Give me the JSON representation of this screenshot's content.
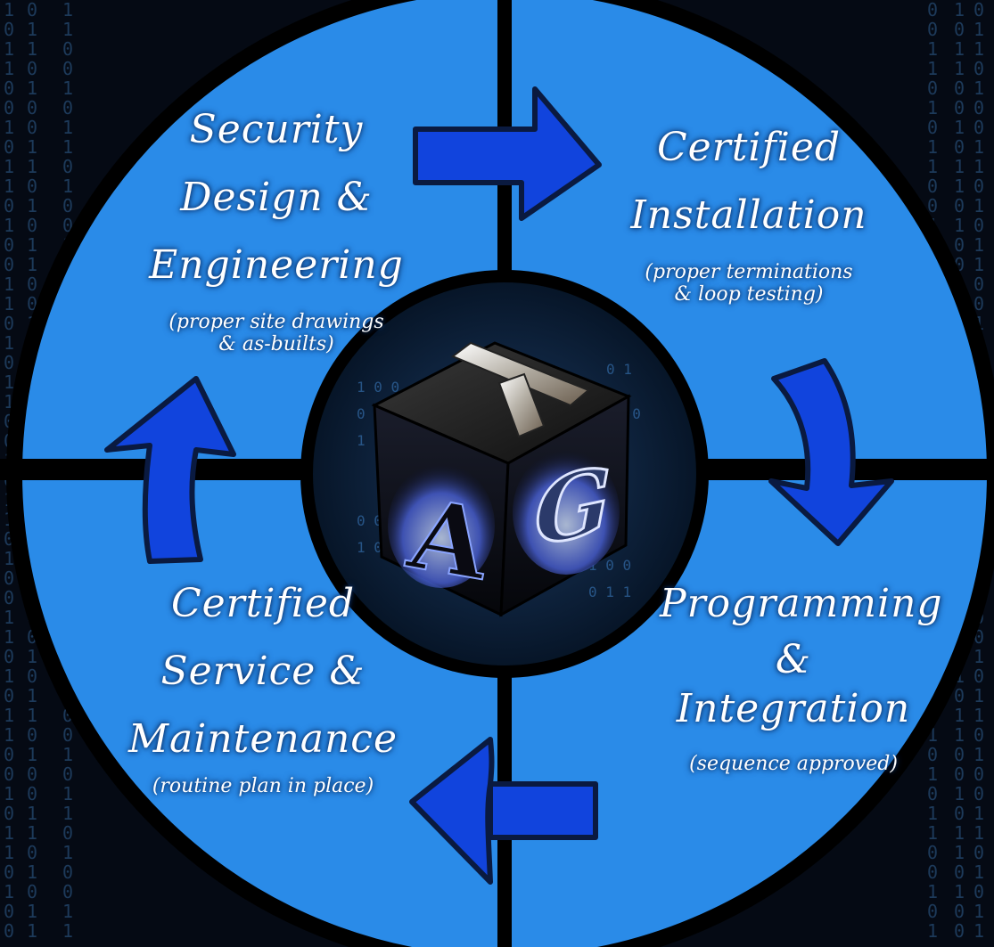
{
  "background": {
    "code_columns": [
      "1\n0\n1\n1\n0\n0\n1\n0\n1\n1\n0\n1\n0\n0\n1\n1\n0\n1\n0\n1\n1\n0\n0\n1\n0\n1\n1\n0\n1\n0\n0\n1\n1\n0\n1\n0\n1\n1\n0\n0\n1\n0\n1\n1\n0\n1\n0\n0",
      "0\n1\n1\n0\n1\n0\n0\n1\n1\n0\n1\n0\n1\n1\n0\n0\n1\n0\n1\n1\n0\n1\n0\n0\n1\n1\n0\n1\n0\n1\n1\n0\n0\n1\n0\n1\n1\n0\n1\n0\n0\n1\n1\n0\n1\n0\n1\n1",
      "1\n1\n0\n0\n1\n0\n1\n1\n0\n1\n0\n0\n1\n1\n0\n1\n0\n1\n1\n0\n0\n1\n0\n1\n1\n0\n1\n0\n0\n1\n1\n0\n1\n0\n1\n1\n0\n0\n1\n0\n1\n1\n0\n1\n0\n0\n1\n1",
      "0\n0\n1\n1\n0\n1\n0\n1\n1\n0\n0\n1\n0\n1\n1\n0\n1\n0\n0\n1\n1\n0\n1\n0\n1\n1\n0\n0\n1\n0\n1\n1\n0\n1\n0\n0\n1\n1\n0\n1\n0\n1\n1\n0\n0\n1\n0\n1"
    ]
  },
  "colors": {
    "wheel_fill": "#2a8be8",
    "wheel_outline": "#000000",
    "arrow_fill": "#1144dd",
    "arrow_outline": "#0a1a40",
    "background": "#050a14"
  },
  "quadrants": {
    "top_left": {
      "title_lines": [
        "Security",
        "Design &",
        "Engineering"
      ],
      "subtitle_lines": [
        "(proper site drawings",
        "& as-builts)"
      ]
    },
    "top_right": {
      "title_lines": [
        "Certified",
        "Installation"
      ],
      "subtitle_lines": [
        "(proper terminations",
        "& loop testing)"
      ]
    },
    "bottom_right": {
      "title_lines": [
        "Programming",
        "&",
        "Integration"
      ],
      "subtitle_lines": [
        "(sequence approved)"
      ]
    },
    "bottom_left": {
      "title_lines": [
        "Certified",
        "Service &",
        "Maintenance"
      ],
      "subtitle_lines": [
        "(routine plan in place)"
      ]
    }
  },
  "logo": {
    "letters": [
      "T",
      "A",
      "G"
    ],
    "icon": "tag-cube-logo-icon"
  }
}
